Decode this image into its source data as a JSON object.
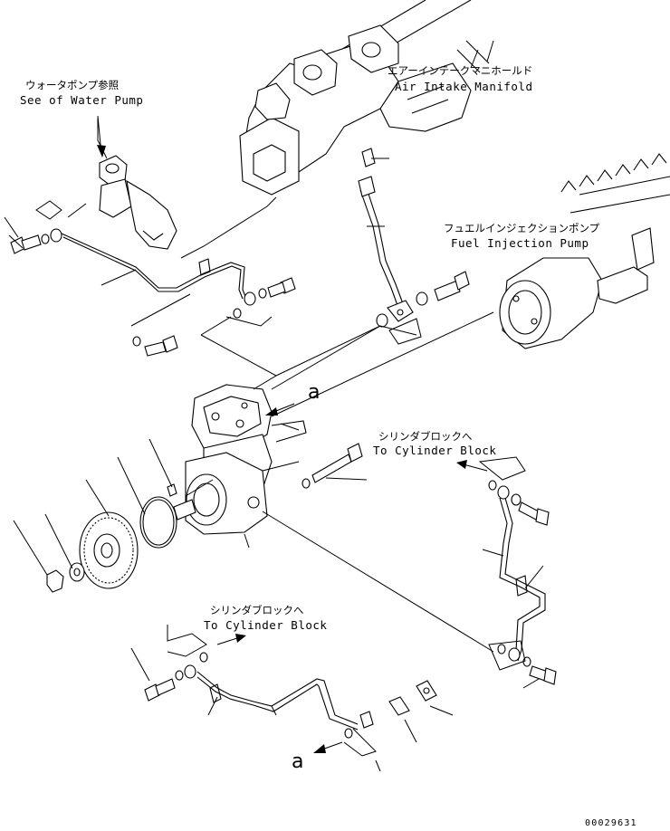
{
  "labels": {
    "water_pump_jp": "ウォータポンプ参照",
    "water_pump_en": "See of Water Pump",
    "air_intake_jp": "エアーインテークマニホールド",
    "air_intake_en": "Air Intake Manifold",
    "fuel_pump_jp": "フュエルインジェクションポンプ",
    "fuel_pump_en": "Fuel Injection Pump",
    "cyl_block_1_jp": "シリンダブロックへ",
    "cyl_block_1_en": "To Cylinder Block",
    "cyl_block_2_jp": "シリンダブロックへ",
    "cyl_block_2_en": "To Cylinder Block",
    "ref_a_top": "a",
    "ref_a_bottom": "a",
    "serial": "00029631"
  }
}
